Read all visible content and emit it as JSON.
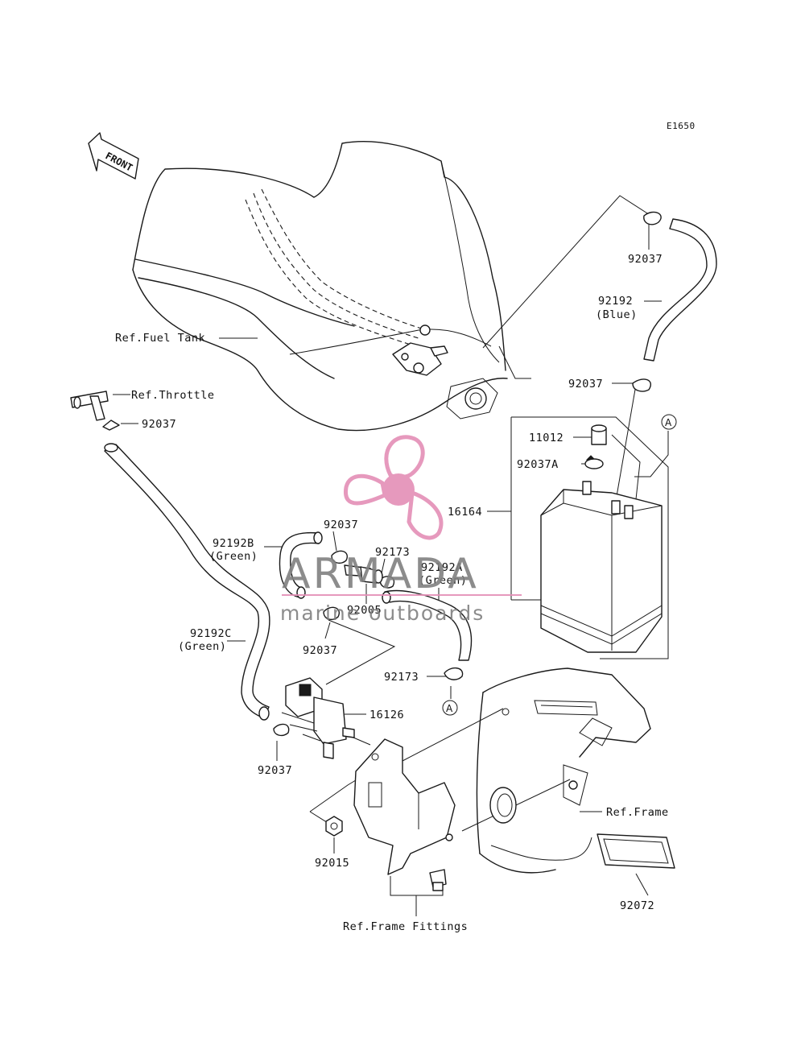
{
  "diagram": {
    "code": "E1650",
    "front_arrow": "FRONT",
    "labels": {
      "ref_fuel_tank": "Ref.Fuel Tank",
      "ref_throttle": "Ref.Throttle",
      "c_92037_top": "92037",
      "c_92192": "92192",
      "c_92192_color": "(Blue)",
      "c_92037_mid": "92037",
      "c_11012": "11012",
      "c_92037A": "92037A",
      "c_16164": "16164",
      "c_92037_throttle": "92037",
      "c_92192B": "92192B",
      "c_92192B_color": "(Green)",
      "c_92037_b_top": "92037",
      "c_92173_top": "92173",
      "c_92192A": "92192A",
      "c_92192A_color": "(Green)",
      "c_92005": "92005",
      "c_92037_b_bot": "92037",
      "c_92192C": "92192C",
      "c_92192C_color": "(Green)",
      "c_92173_bot": "92173",
      "c_16126": "16126",
      "c_92037_c_bot": "92037",
      "c_92015": "92015",
      "ref_frame": "Ref.Frame",
      "c_92072": "92072",
      "ref_frame_fittings": "Ref.Frame Fittings",
      "marker_a": "A"
    }
  },
  "watermark": {
    "name": "ARMADA",
    "tagline": "marine outboards",
    "colors": {
      "logo": "#e48fb6",
      "text": "#808080"
    }
  }
}
